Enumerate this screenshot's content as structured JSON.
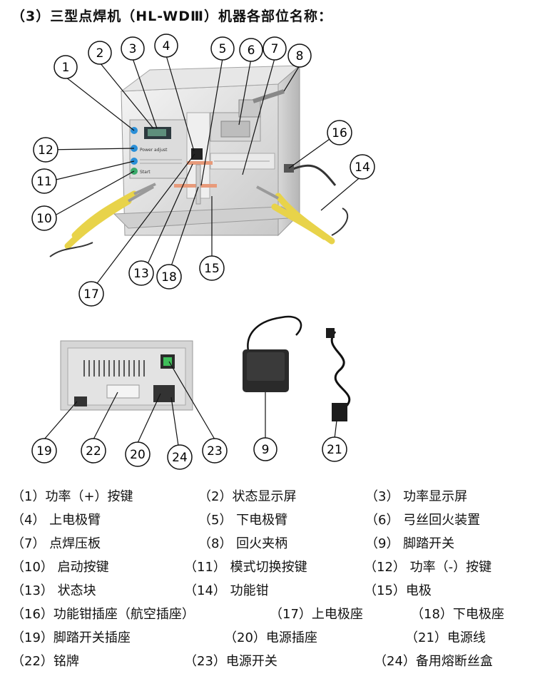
{
  "title": "（3）三型点焊机（HL-WDⅢ）机器各部位名称：",
  "panel_text": {
    "power_adjust": "Power adjust",
    "start": "Start"
  },
  "callouts": [
    "1",
    "2",
    "3",
    "4",
    "5",
    "6",
    "7",
    "8",
    "9",
    "10",
    "11",
    "12",
    "13",
    "14",
    "15",
    "16",
    "17",
    "18",
    "19",
    "20",
    "21",
    "22",
    "23",
    "24"
  ],
  "legend": [
    [
      "（1）功率（+）按键",
      "（2）状态显示屏",
      "（3） 功率显示屏"
    ],
    [
      "（4） 上电极臂",
      "（5） 下电极臂",
      "（6） 弓丝回火装置"
    ],
    [
      "（7） 点焊压板",
      "（8） 回火夹柄",
      "（9） 脚踏开关"
    ],
    [
      "（10） 启动按键",
      "（11） 模式切换按键",
      "（12） 功率（-）按键"
    ],
    [
      "（13） 状态块",
      "（14） 功能钳",
      "（15）电极"
    ],
    [
      "（16）功能钳插座（航空插座）",
      "（17）上电极座",
      "（18）下电极座"
    ],
    [
      "（19）脚踏开关插座",
      "（20）电源插座",
      "（21）电源线"
    ],
    [
      "（22）铭牌",
      "（23）电源开关",
      "（24）备用熔断丝盒"
    ]
  ]
}
